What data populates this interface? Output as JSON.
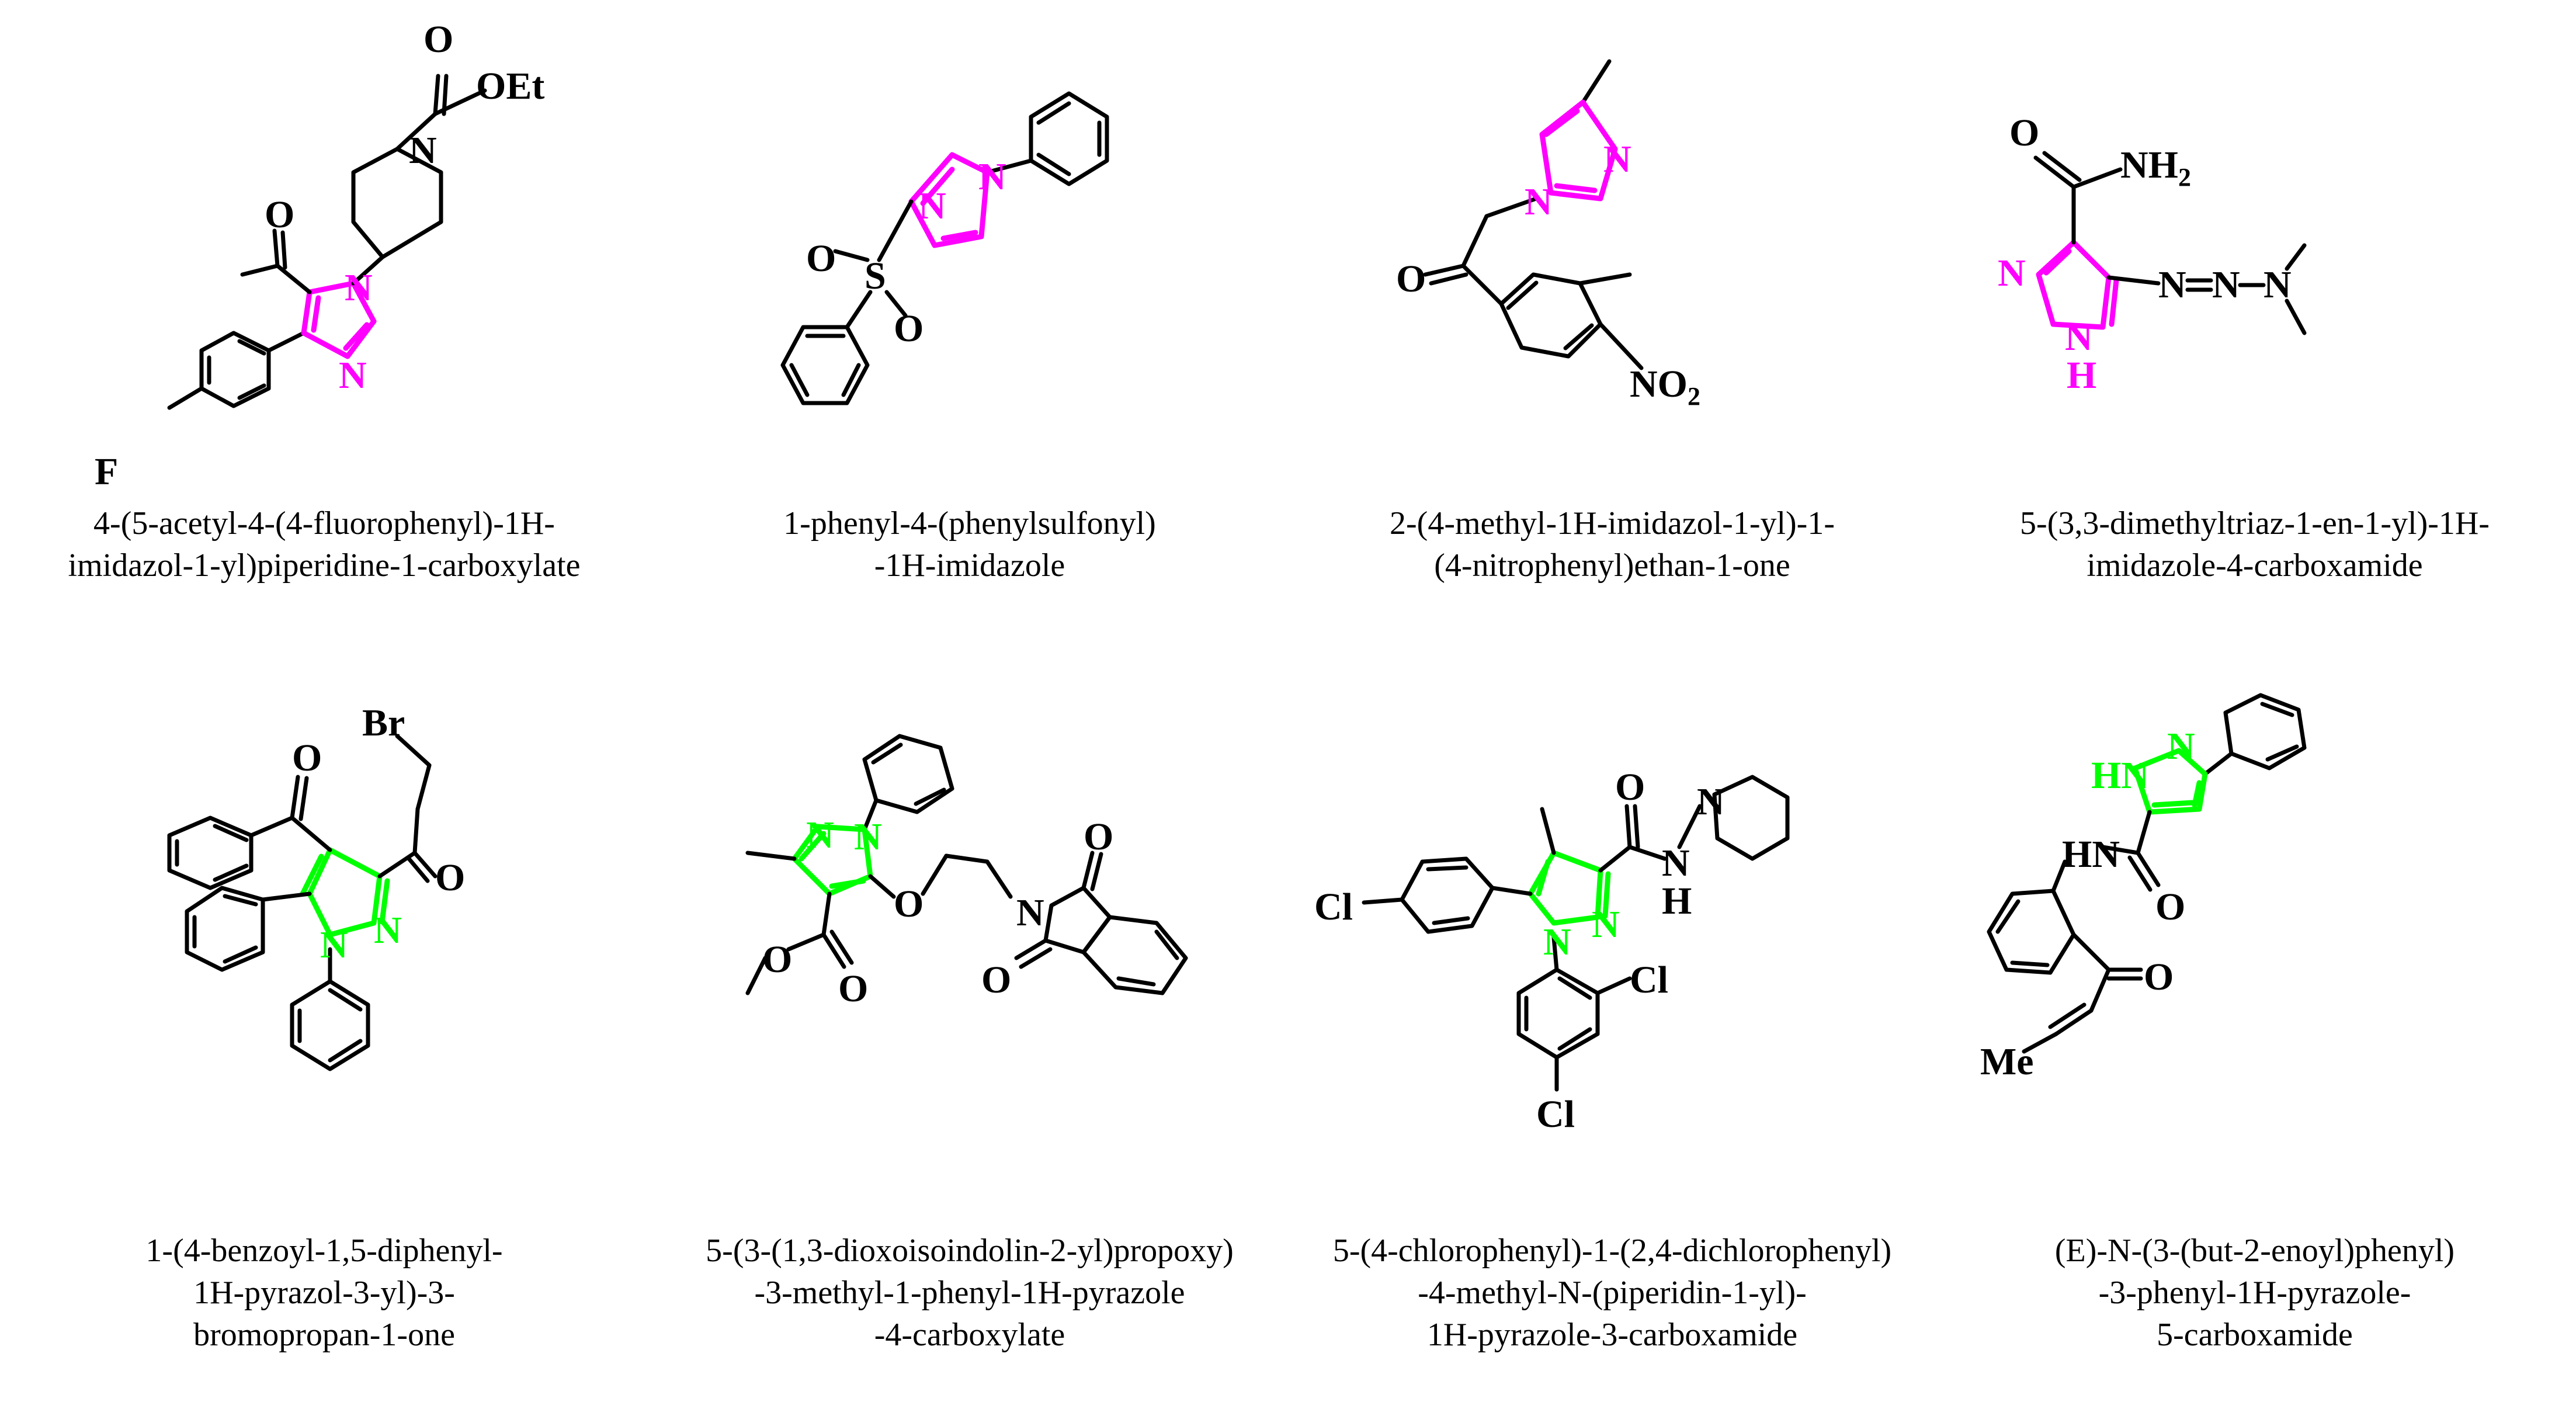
{
  "colors": {
    "imidazole_highlight": "#ff00ff",
    "pyrazole_highlight": "#00ff00",
    "bond": "#000000",
    "text": "#000000"
  },
  "compounds": [
    {
      "id": "c1",
      "ring": "imidazole",
      "caption_lines": [
        "4-(5-acetyl-4-(4-fluorophenyl)-1H-",
        "imidazol-1-yl)piperidine-1-carboxylate"
      ],
      "labels": {
        "N1": "N",
        "N3": "N",
        "O_acetyl": "O",
        "F": "F",
        "N_pip": "N",
        "O_carbonyl": "O",
        "OEt": "OEt"
      }
    },
    {
      "id": "c2",
      "ring": "imidazole",
      "caption_lines": [
        "1-phenyl-4-(phenylsulfonyl)",
        "-1H-imidazole"
      ],
      "labels": {
        "N1": "N",
        "N3": "N",
        "S": "S",
        "O1": "O",
        "O2": "O"
      }
    },
    {
      "id": "c3",
      "ring": "imidazole",
      "caption_lines": [
        "2-(4-methyl-1H-imidazol-1-yl)-1-",
        "(4-nitrophenyl)ethan-1-one"
      ],
      "labels": {
        "N1": "N",
        "N3": "N",
        "O": "O",
        "NO2": "NO",
        "NO2_sub": "2"
      }
    },
    {
      "id": "c4",
      "ring": "imidazole",
      "caption_lines": [
        "5-(3,3-dimethyltriaz-1-en-1-yl)-1H-",
        "imidazole-4-carboxamide"
      ],
      "labels": {
        "N3": "N",
        "N1": "N",
        "H": "H",
        "O": "O",
        "NH2": "NH",
        "NH2_sub": "2",
        "Na": "N",
        "Nb": "N",
        "Nc": "N"
      }
    },
    {
      "id": "c5",
      "ring": "pyrazole",
      "caption_lines": [
        "1-(4-benzoyl-1,5-diphenyl-",
        "1H-pyrazol-3-yl)-3-",
        "bromopropan-1-one"
      ],
      "labels": {
        "N1": "N",
        "N2": "N",
        "O1": "O",
        "O2": "O",
        "Br": "Br"
      }
    },
    {
      "id": "c6",
      "ring": "pyrazole",
      "caption_lines": [
        "5-(3-(1,3-dioxoisoindolin-2-yl)propoxy)",
        "-3-methyl-1-phenyl-1H-pyrazole",
        "-4-carboxylate"
      ],
      "labels": {
        "N1": "N",
        "N2": "N",
        "O_ether": "O",
        "O_ester1": "O",
        "O_ester2": "O",
        "N_imide": "N",
        "O_imide1": "O",
        "O_imide2": "O"
      }
    },
    {
      "id": "c7",
      "ring": "pyrazole",
      "caption_lines": [
        "5-(4-chlorophenyl)-1-(2,4-dichlorophenyl)",
        "-4-methyl-N-(piperidin-1-yl)-",
        "1H-pyrazole-3-carboxamide"
      ],
      "labels": {
        "N1": "N",
        "N2": "N",
        "O": "O",
        "NH_N": "N",
        "NH_H": "H",
        "N_pip": "N",
        "Cl1": "Cl",
        "Cl2": "Cl",
        "Cl3": "Cl"
      }
    },
    {
      "id": "c8",
      "ring": "pyrazole",
      "caption_lines": [
        "(E)-N-(3-(but-2-enoyl)phenyl)",
        "-3-phenyl-1H-pyrazole-",
        "5-carboxamide"
      ],
      "labels": {
        "HN_ring": "HN",
        "N2": "N",
        "HN_amide": "HN",
        "O1": "O",
        "O2": "O",
        "Me": "Me"
      }
    }
  ]
}
